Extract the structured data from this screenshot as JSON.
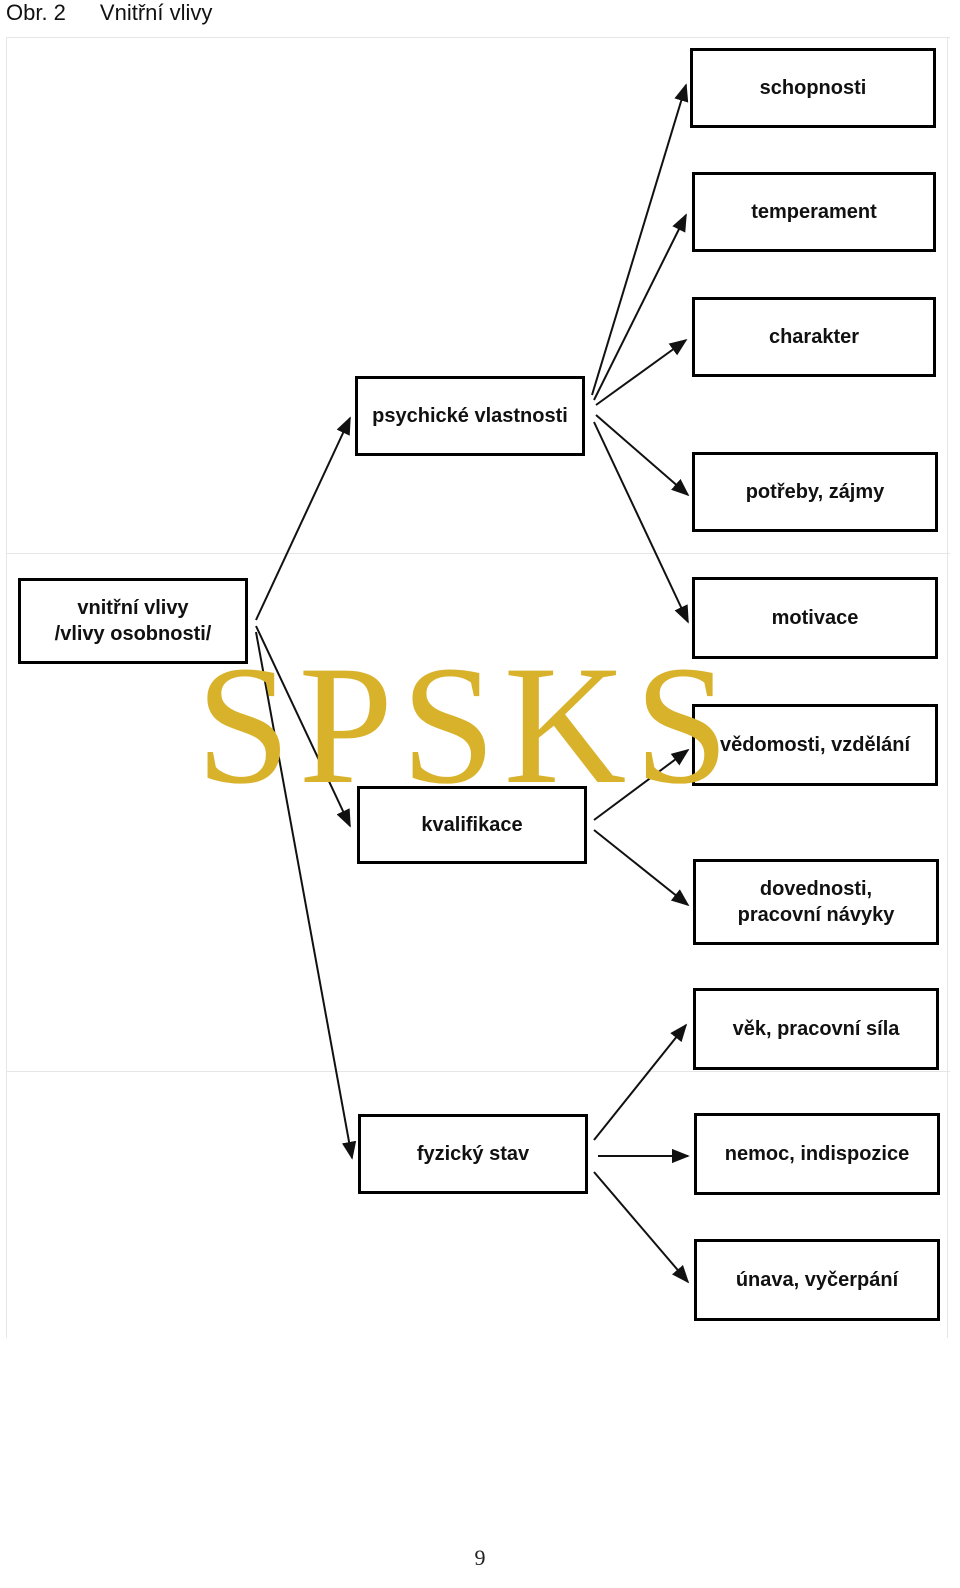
{
  "caption": {
    "label": "Obr. 2",
    "title": "Vnitřní vlivy"
  },
  "root": "vnitřní vlivy\n/vlivy osobnosti/",
  "groups": [
    {
      "label": "psychické vlastnosti",
      "children": [
        "schopnosti",
        "temperament",
        "charakter",
        "potřeby, zájmy",
        "motivace"
      ]
    },
    {
      "label": "kvalifikace",
      "children": [
        "vědomosti, vzdělání",
        "dovednosti,\npracovní návyky"
      ]
    },
    {
      "label": "fyzický stav",
      "children": [
        "věk, pracovní síla",
        "nemoc, indispozice",
        "únava, vyčerpání"
      ]
    }
  ],
  "watermark": "SPSKS",
  "page_number": "9"
}
